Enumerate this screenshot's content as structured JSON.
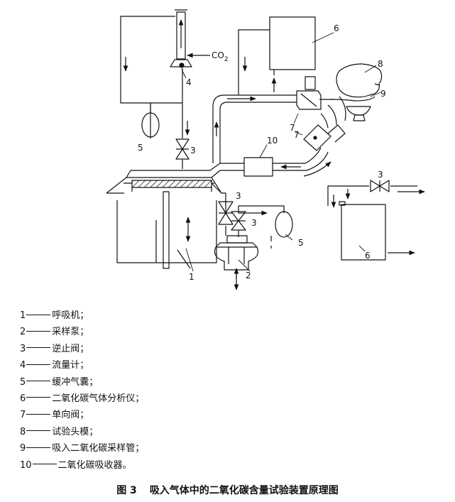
{
  "diagram": {
    "labels": {
      "n1": "1",
      "n2": "2",
      "n3a": "3",
      "n3b": "3",
      "n3c": "3",
      "n3d": "3",
      "n4": "4",
      "n5a": "5",
      "n5b": "5",
      "n6a": "6",
      "n6b": "6",
      "n7a": "7",
      "n7b": "7",
      "n8": "8",
      "n9": "9",
      "n10": "10",
      "co2": "CO",
      "co2_sub": "2"
    }
  },
  "legend": [
    {
      "num": "1",
      "text": "呼吸机；"
    },
    {
      "num": "2",
      "text": "采样泵；"
    },
    {
      "num": "3",
      "text": "逆止阀；"
    },
    {
      "num": "4",
      "text": "流量计；"
    },
    {
      "num": "5",
      "text": "缓冲气囊；"
    },
    {
      "num": "6",
      "text": "二氧化碳气体分析仪；"
    },
    {
      "num": "7",
      "text": "单向阀；"
    },
    {
      "num": "8",
      "text": "试验头模；"
    },
    {
      "num": "9",
      "text": "吸入二氧化碳采样管；"
    },
    {
      "num": "10",
      "text": "二氧化碳吸收器。"
    }
  ],
  "caption": {
    "figure": "图 3",
    "title": "吸入气体中的二氧化碳含量试验装置原理图"
  }
}
